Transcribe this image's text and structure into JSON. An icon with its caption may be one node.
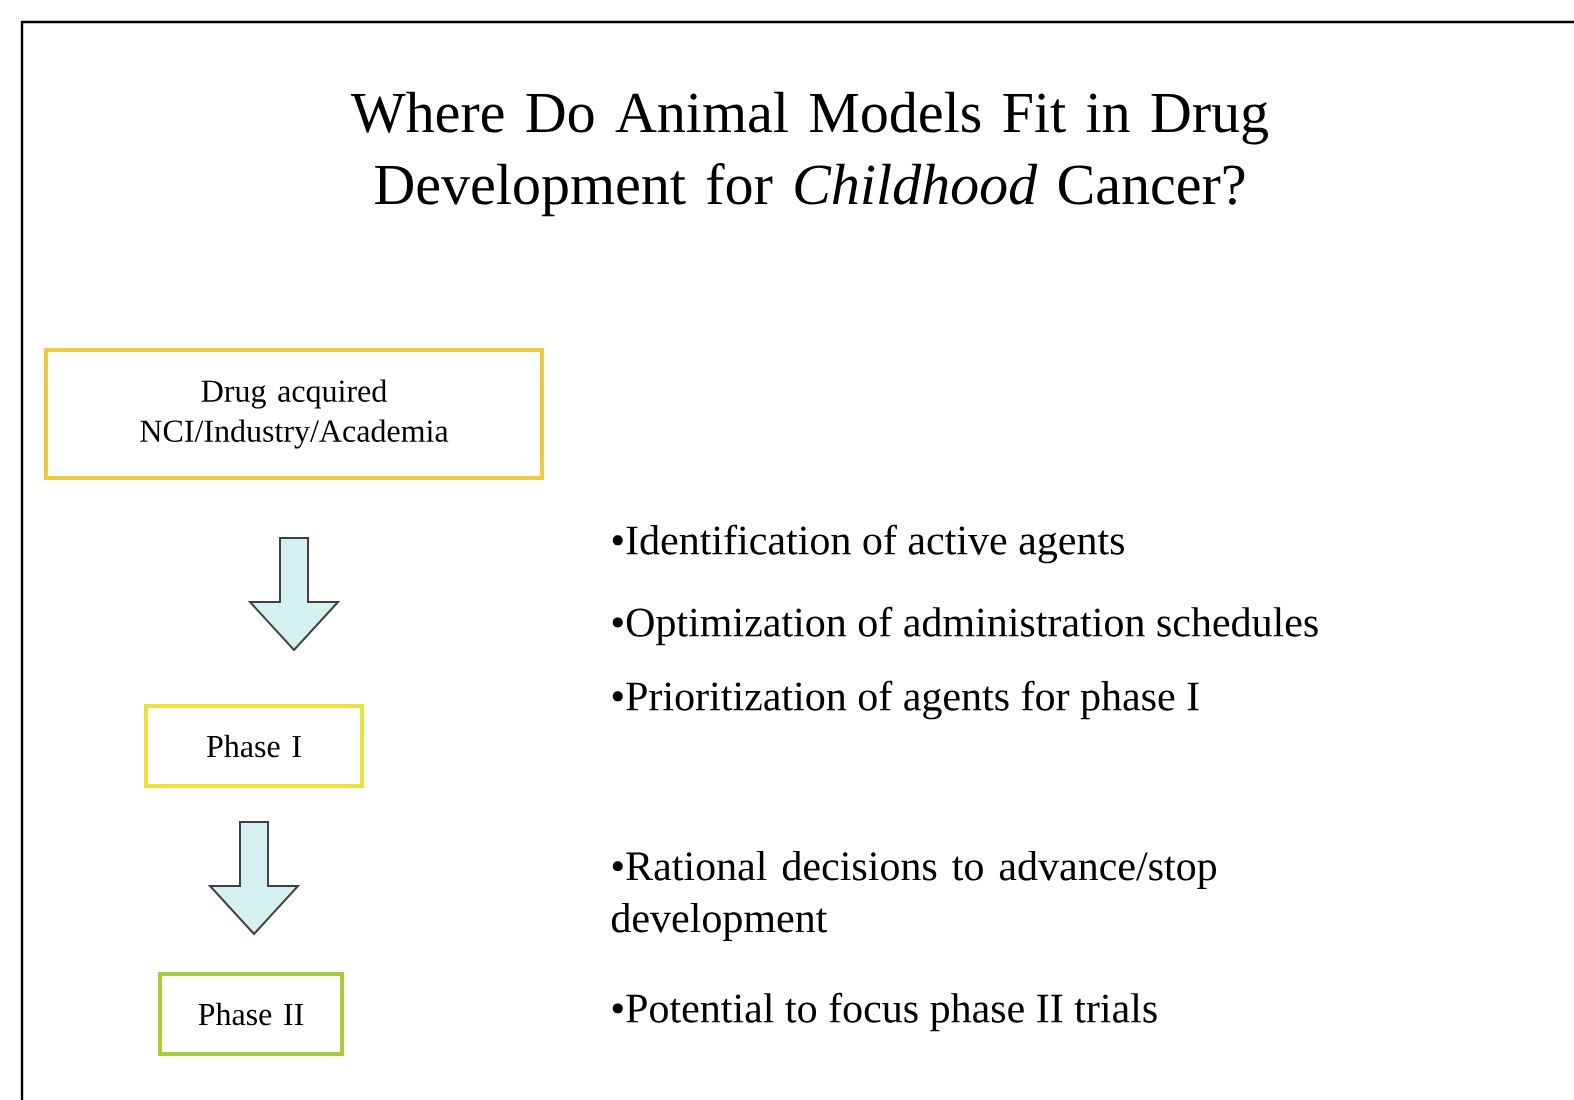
{
  "diagram": {
    "title": "Where Do Animal Models Fit in Drug Development for *Childhood* Cancer?",
    "nodes": [
      {
        "text": [
          "Drug acquired NCI/Industry/Academia"
        ]
      },
      {
        "text": [
          "Phase I"
        ]
      },
      {
        "text": [
          "Phase II"
        ]
      }
    ],
    "edges": [
      {
        "from": 0,
        "to": 1,
        "arrow": "to"
      },
      {
        "from": 1,
        "to": 2,
        "arrow": "to"
      }
    ],
    "labels": [
      "•Identification of active agents",
      "•Optimization of administration schedules",
      "•Prioritization of agents for phase I",
      "•Rational decisions to advance/stop development",
      "•Potential to focus phase II trials"
    ]
  }
}
